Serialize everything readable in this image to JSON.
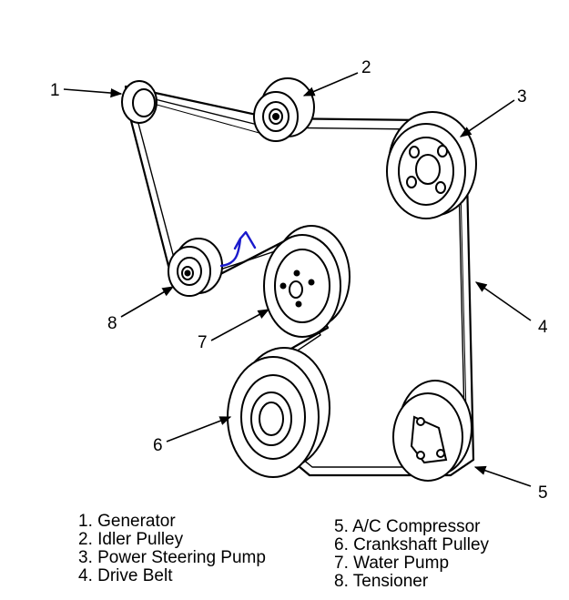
{
  "callouts": {
    "generator": "1",
    "idler_pulley": "2",
    "power_steering_pump": "3",
    "drive_belt": "4",
    "ac_compressor": "5",
    "crankshaft_pulley": "6",
    "water_pump": "7",
    "tensioner": "8"
  },
  "legend": {
    "left": [
      "1. Generator",
      "2. Idler Pulley",
      "3. Power Steering Pump",
      "4. Drive Belt"
    ],
    "right": [
      "5. A/C Compressor",
      "6. Crankshaft Pulley",
      "7. Water Pump",
      "8. Tensioner"
    ]
  },
  "colors": {
    "line": "#000000",
    "annotation": "#1a1acc",
    "background": "#ffffff"
  }
}
